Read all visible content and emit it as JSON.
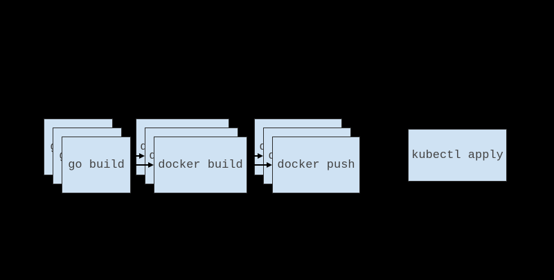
{
  "diagram": {
    "background_color": "#000000",
    "box_fill_color": "#cfe2f3",
    "box_border_color": "#2e2e2e",
    "label_color": "#434343",
    "arrow_color": "#000000",
    "stacks": [
      {
        "id": "go-build",
        "label": "go build",
        "layers": 3
      },
      {
        "id": "docker-build",
        "label": "docker build",
        "layers": 3
      },
      {
        "id": "docker-push",
        "label": "docker push",
        "layers": 3
      }
    ],
    "single_boxes": [
      {
        "id": "kubectl-apply",
        "label": "kubectl apply"
      }
    ],
    "arrows": [
      {
        "from": "go-build",
        "to": "docker-build",
        "row": "middle"
      },
      {
        "from": "go-build",
        "to": "docker-build",
        "row": "front"
      },
      {
        "from": "docker-build",
        "to": "docker-push",
        "row": "middle"
      },
      {
        "from": "docker-build",
        "to": "docker-push",
        "row": "front"
      }
    ]
  }
}
